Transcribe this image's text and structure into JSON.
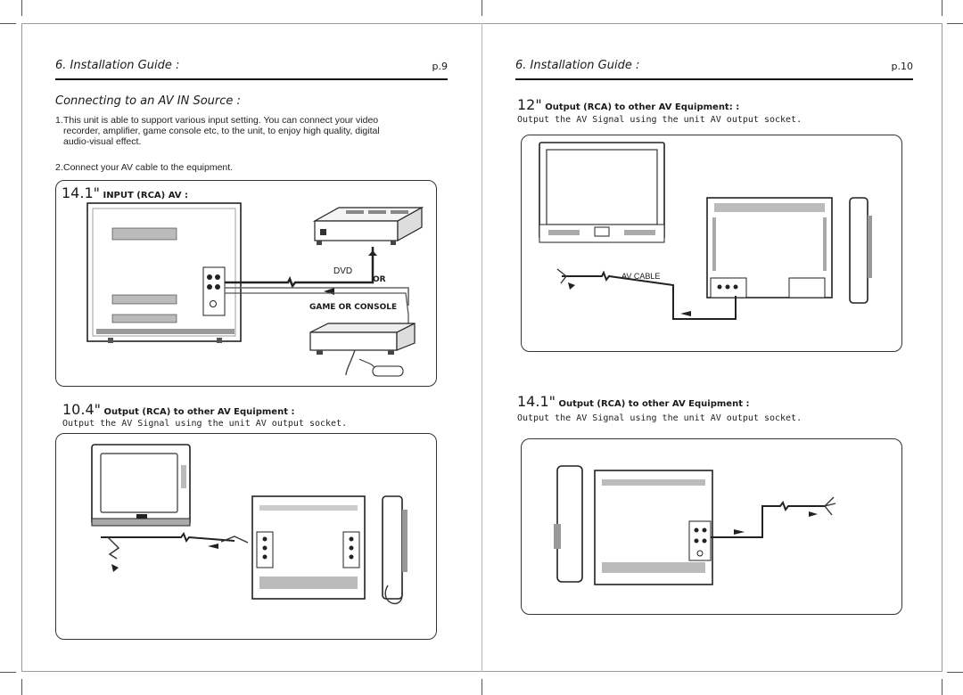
{
  "left_page": {
    "header": {
      "title": "6. Installation Guide :",
      "page_number": "p.9"
    },
    "section_title": "Connecting to  an  AV IN Source :",
    "steps": [
      {
        "number": "1.",
        "lines": [
          "This unit is able to support various input setting. You can connect your video",
          "recorder, amplifier, game console etc, to the unit, to enjoy high quality, digital",
          "audio-visual effect."
        ]
      },
      {
        "number": "2.",
        "lines": [
          "Connect your AV cable to the equipment."
        ]
      }
    ],
    "input_box": {
      "size": "14.1\"",
      "heading": "INPUT (RCA) AV :",
      "label_dvd": "DVD",
      "label_or": "OR",
      "label_game": "GAME OR CONSOLE"
    },
    "output_section": {
      "size": "10.4\"",
      "heading": "Output (RCA) to other AV Equipment :",
      "subtext": "Output the AV Signal using the unit AV output socket."
    }
  },
  "right_page": {
    "header": {
      "title": "6. Installation Guide :",
      "page_number": "p.10"
    },
    "output_12": {
      "size": "12\"",
      "heading": "Output (RCA) to other AV Equipment: :",
      "subtext": "Output the AV Signal using the unit AV output socket.",
      "label_cable": "AV CABLE"
    },
    "output_14": {
      "size": "14.1\"",
      "heading": "Output (RCA) to other AV Equipment :",
      "subtext": "Output the AV Signal using the unit AV output socket."
    }
  }
}
